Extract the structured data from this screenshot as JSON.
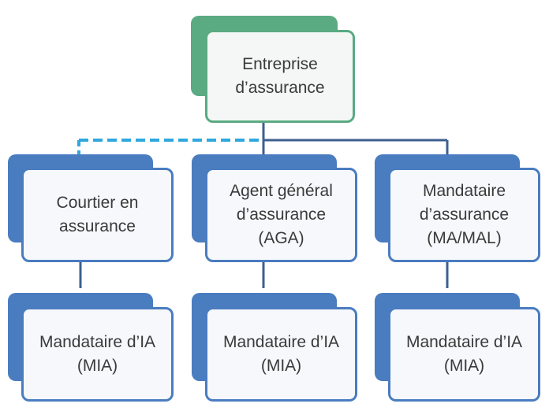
{
  "colors": {
    "root": "#5aaa82",
    "node": "#4a7cc0",
    "connector_solid": "#3d5f8f",
    "connector_dashed": "#2fa8df"
  },
  "root": {
    "lines": [
      "Entreprise",
      "d’assurance"
    ]
  },
  "level1": [
    {
      "lines": [
        "Courtier en",
        "assurance"
      ],
      "link": "dashed"
    },
    {
      "lines": [
        "Agent général",
        "d’assurance",
        "(AGA)"
      ],
      "link": "solid"
    },
    {
      "lines": [
        "Mandataire",
        "d’assurance",
        "(MA/MAL)"
      ],
      "link": "solid"
    }
  ],
  "level2": [
    {
      "lines": [
        "Mandataire d’IA",
        "(MIA)"
      ]
    },
    {
      "lines": [
        "Mandataire d’IA",
        "(MIA)"
      ]
    },
    {
      "lines": [
        "Mandataire d’IA",
        "(MIA)"
      ]
    }
  ]
}
